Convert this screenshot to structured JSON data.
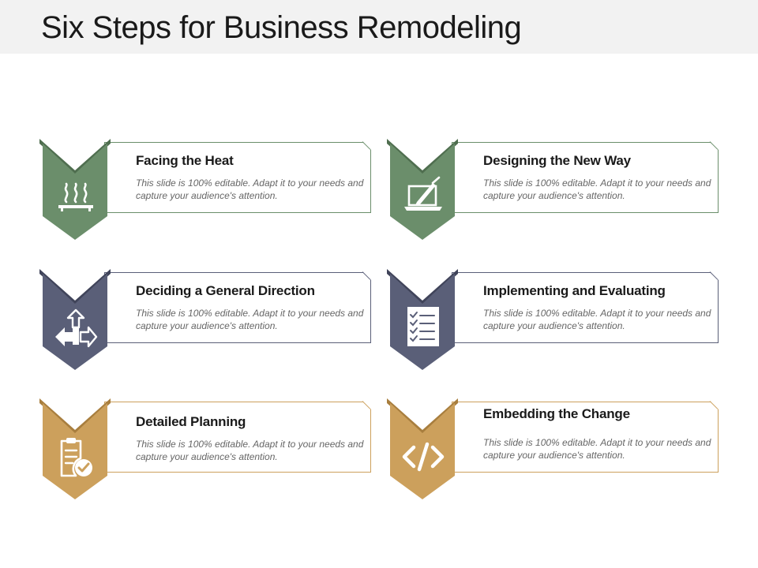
{
  "title": "Six Steps for Business Remodeling",
  "colors": {
    "green": "#6b8e6b",
    "slate": "#5a5f78",
    "gold": "#cca05c"
  },
  "steps": [
    {
      "title": "Facing the Heat",
      "desc": "This slide is 100% editable. Adapt it to your needs and capture your audience's attention.",
      "icon": "heat-icon",
      "color": "green"
    },
    {
      "title": "Designing the New Way",
      "desc": "This slide is 100% editable. Adapt it to your needs and capture your audience's attention.",
      "icon": "laptop-pen-icon",
      "color": "green"
    },
    {
      "title": "Deciding a General Direction",
      "desc": "This slide is 100% editable. Adapt it to your needs and capture your audience's attention.",
      "icon": "direction-arrows-icon",
      "color": "slate"
    },
    {
      "title": "Implementing and Evaluating",
      "desc": "This slide is 100% editable. Adapt it to your needs and capture your audience's attention.",
      "icon": "checklist-icon",
      "color": "slate"
    },
    {
      "title": "Detailed Planning",
      "desc": "This slide is 100% editable. Adapt it to your needs and capture your audience's attention.",
      "icon": "clipboard-check-icon",
      "color": "gold"
    },
    {
      "title": "Embedding the Change",
      "desc": "This slide is 100% editable. Adapt it to your needs and capture your audience's attention.",
      "icon": "code-icon",
      "color": "gold"
    }
  ]
}
